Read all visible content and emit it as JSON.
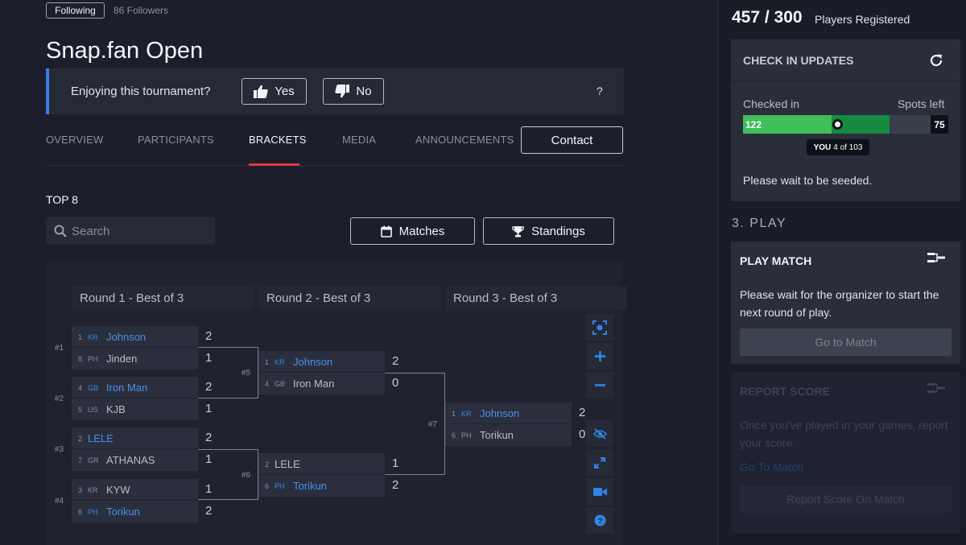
{
  "header": {
    "follow_label": "Following",
    "followers": "86 Followers",
    "title": "Snap.fan Open"
  },
  "feedback": {
    "question": "Enjoying this tournament?",
    "yes_label": "Yes",
    "no_label": "No",
    "help": "?"
  },
  "tabs": [
    {
      "label": "OVERVIEW",
      "active": false
    },
    {
      "label": "PARTICIPANTS",
      "active": false
    },
    {
      "label": "BRACKETS",
      "active": true
    },
    {
      "label": "MEDIA",
      "active": false
    },
    {
      "label": "ANNOUNCEMENTS",
      "active": false
    }
  ],
  "contact_label": "Contact",
  "bracket": {
    "heading": "TOP 8",
    "search_placeholder": "Search",
    "matches_label": "Matches",
    "standings_label": "Standings",
    "rounds": [
      "Round 1 - Best of 3",
      "Round 2 - Best of 3",
      "Round 3 - Best of 3"
    ],
    "matches": [
      {
        "id": "#1",
        "p1": {
          "seed": "1",
          "cc": "KR",
          "name": "Johnson",
          "score": "2",
          "win": true
        },
        "p2": {
          "seed": "8",
          "cc": "PH",
          "name": "Jinden",
          "score": "1",
          "win": false
        }
      },
      {
        "id": "#2",
        "p1": {
          "seed": "4",
          "cc": "GB",
          "name": "Iron Man",
          "score": "2",
          "win": true
        },
        "p2": {
          "seed": "5",
          "cc": "US",
          "name": "KJB",
          "score": "1",
          "win": false
        }
      },
      {
        "id": "#3",
        "p1": {
          "seed": "2",
          "cc": "",
          "name": "LELE",
          "score": "2",
          "win": true
        },
        "p2": {
          "seed": "7",
          "cc": "GR",
          "name": "ATHANAS",
          "score": "1",
          "win": false
        }
      },
      {
        "id": "#4",
        "p1": {
          "seed": "3",
          "cc": "KR",
          "name": "KYW",
          "score": "1",
          "win": false
        },
        "p2": {
          "seed": "6",
          "cc": "PH",
          "name": "Torikun",
          "score": "2",
          "win": true
        }
      },
      {
        "id": "#5",
        "p1": {
          "seed": "1",
          "cc": "KR",
          "name": "Johnson",
          "score": "2",
          "win": true
        },
        "p2": {
          "seed": "4",
          "cc": "GB",
          "name": "Iron Man",
          "score": "0",
          "win": false
        }
      },
      {
        "id": "#6",
        "p1": {
          "seed": "2",
          "cc": "",
          "name": "LELE",
          "score": "1",
          "win": false
        },
        "p2": {
          "seed": "6",
          "cc": "PH",
          "name": "Torikun",
          "score": "2",
          "win": true
        }
      },
      {
        "id": "#7",
        "p1": {
          "seed": "1",
          "cc": "KR",
          "name": "Johnson",
          "score": "2",
          "win": true
        },
        "p2": {
          "seed": "6",
          "cc": "PH",
          "name": "Torikun",
          "score": "0",
          "win": false
        }
      }
    ]
  },
  "registration": {
    "count": "457 / 300",
    "label": "Players Registered"
  },
  "checkin": {
    "title": "CHECK IN UPDATES",
    "checked_in_label": "Checked in",
    "spots_left_label": "Spots left",
    "checked_in": "122",
    "spots_left": "75",
    "you_label": "YOU",
    "you_position": "4 of 103",
    "message": "Please wait to be seeded."
  },
  "play": {
    "section_title": "3. PLAY",
    "card_title": "PLAY MATCH",
    "message": "Please wait for the organizer to start the next round of play.",
    "goto_label": "Go to Match"
  },
  "report": {
    "title": "REPORT SCORE",
    "message": "Once you've played in your games, report your score.",
    "link": "Go To Match",
    "button": "Report Score On Match"
  },
  "colors": {
    "accent_blue": "#3b7de9",
    "tab_underline": "#e0384a",
    "checkin_green": "#3fbf5a",
    "checkin_green_dark": "#168a41"
  }
}
